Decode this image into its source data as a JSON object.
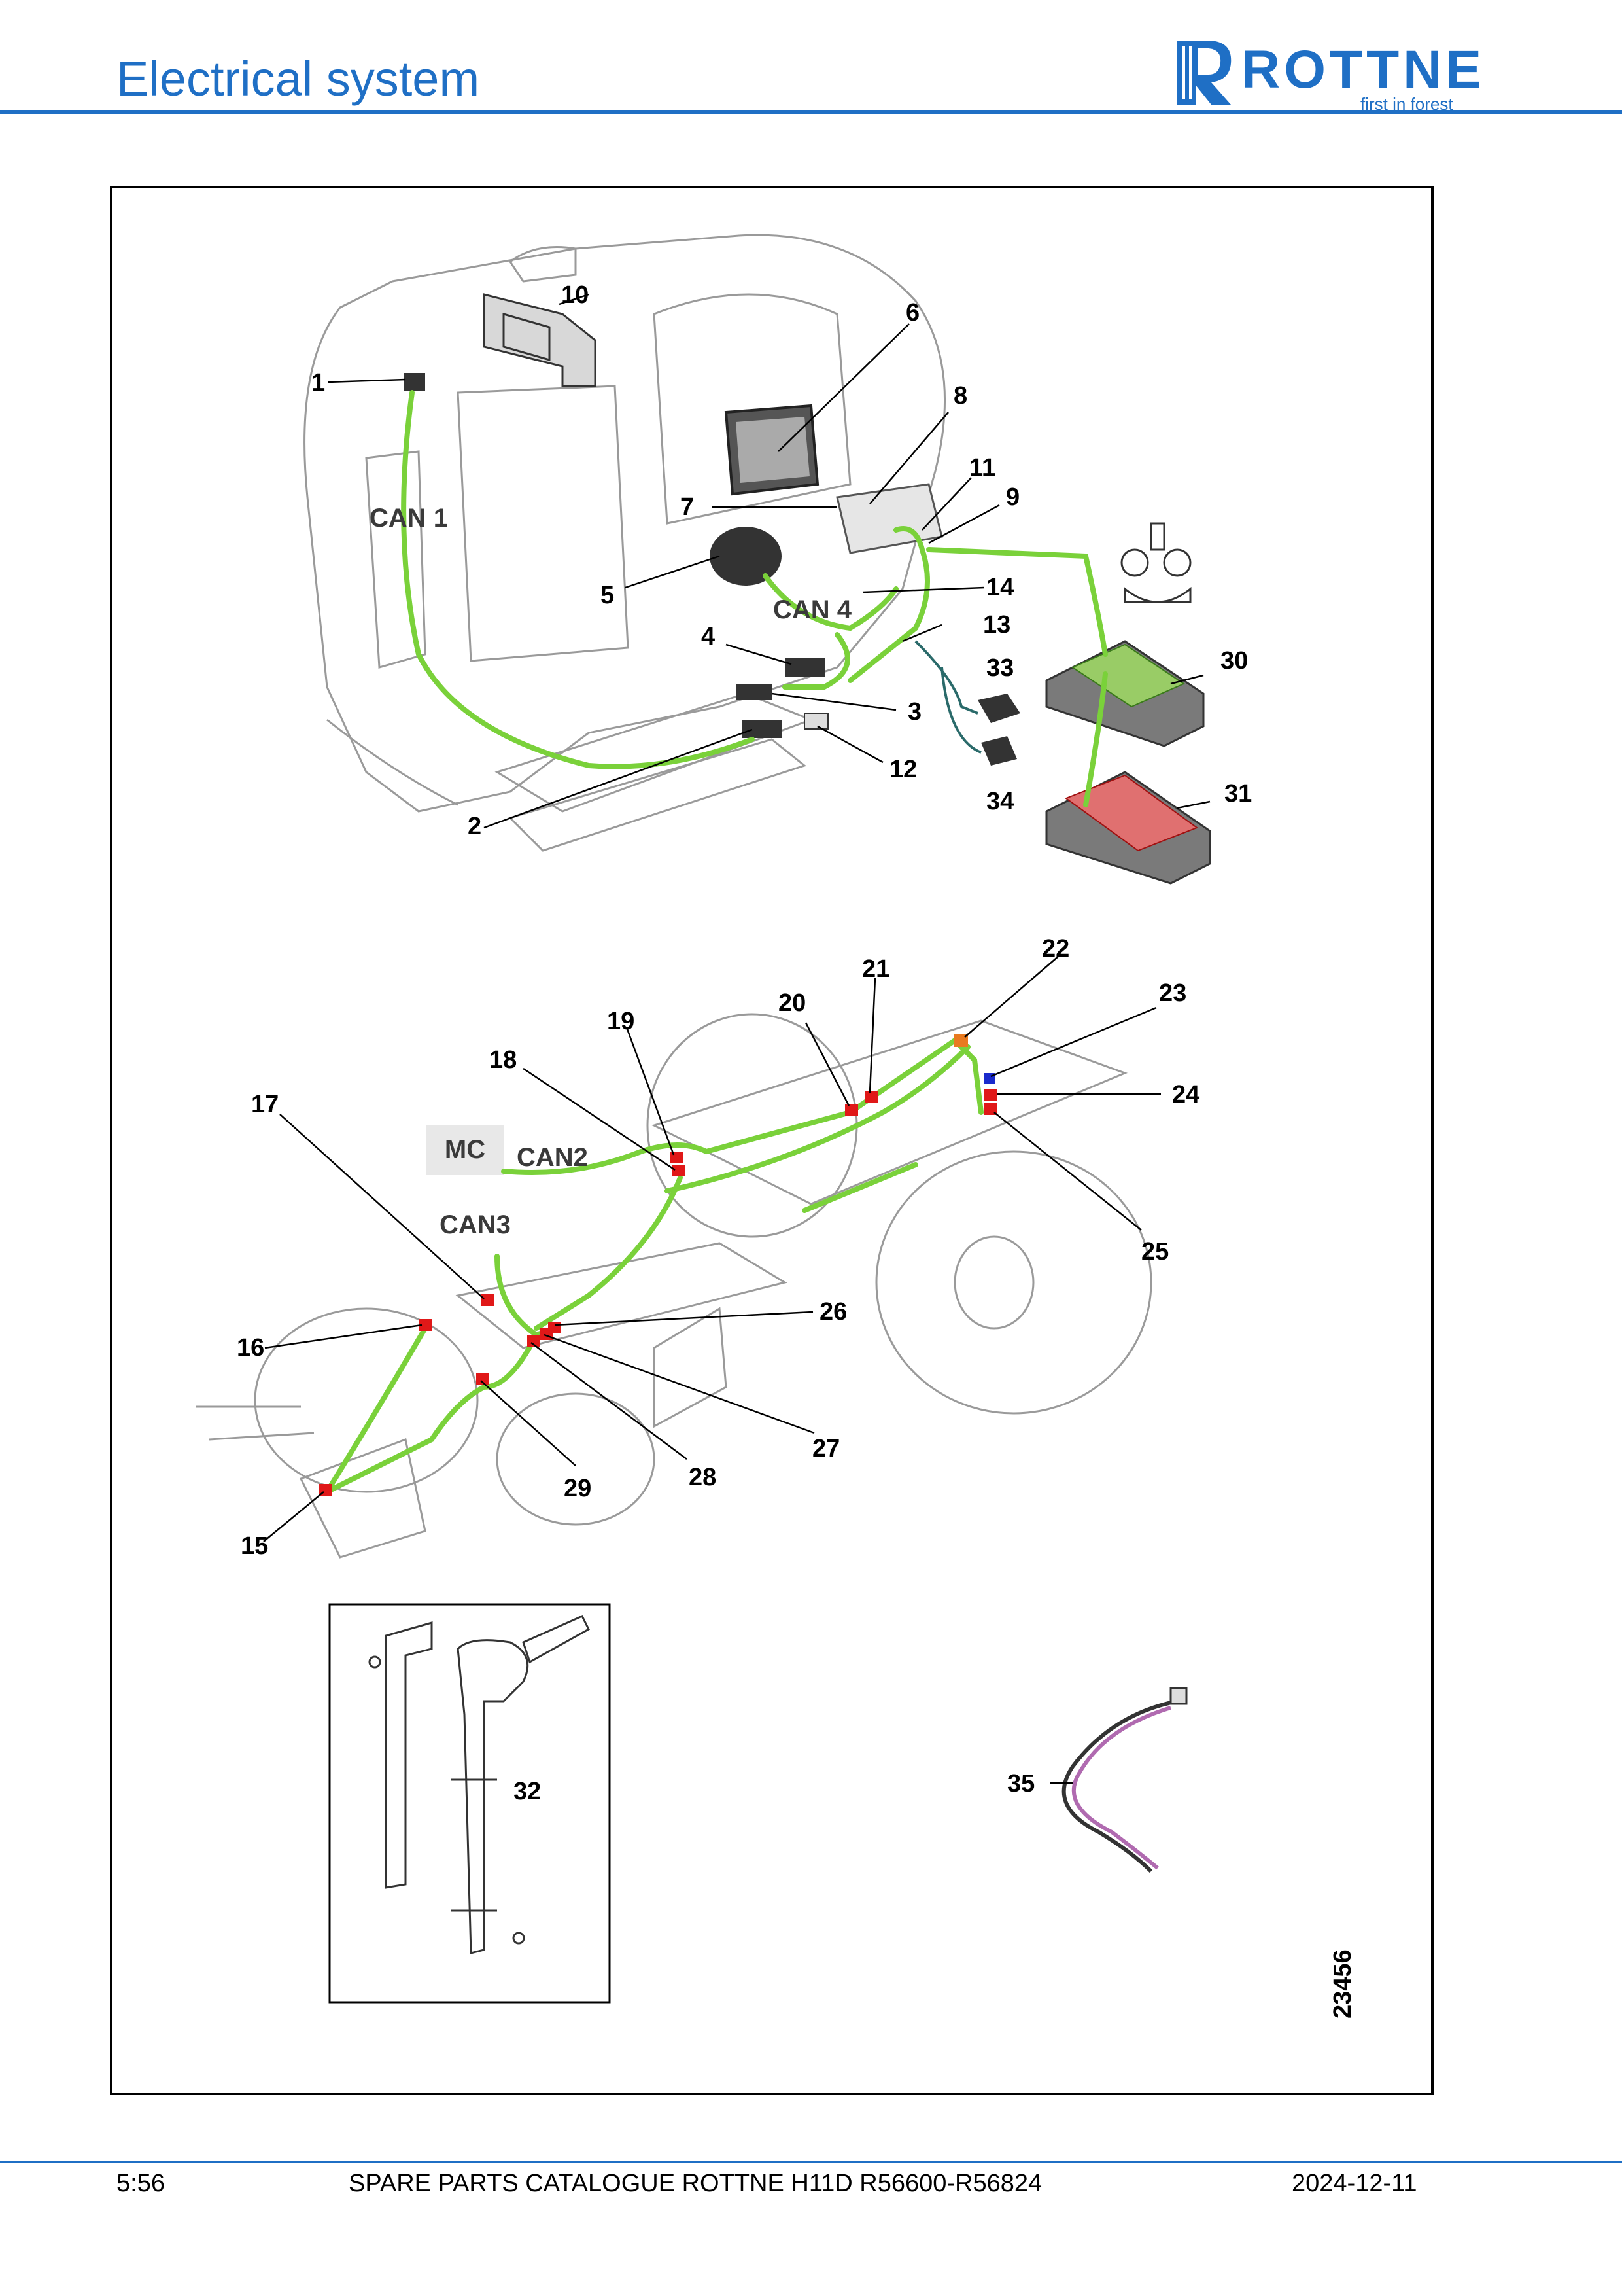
{
  "header": {
    "title": "Electrical system",
    "logo_text": "ROTTNE",
    "logo_tagline": "first in forest",
    "accent_color": "#1f6fc5"
  },
  "figure": {
    "drawing_number": "23456",
    "can_labels": [
      "CAN 1",
      "CAN 4",
      "CAN2",
      "CAN3",
      "MC"
    ],
    "callouts": [
      "1",
      "2",
      "3",
      "4",
      "5",
      "6",
      "7",
      "8",
      "9",
      "10",
      "11",
      "12",
      "13",
      "14",
      "15",
      "16",
      "17",
      "18",
      "19",
      "20",
      "21",
      "22",
      "23",
      "24",
      "25",
      "26",
      "27",
      "28",
      "29",
      "30",
      "31",
      "32",
      "33",
      "34",
      "35"
    ],
    "wire_color": "#7ad13a",
    "connector_color": "#e01818"
  },
  "footer": {
    "page": "5:56",
    "catalogue": "SPARE PARTS CATALOGUE ROTTNE H11D R56600-R56824",
    "date": "2024-12-11"
  }
}
